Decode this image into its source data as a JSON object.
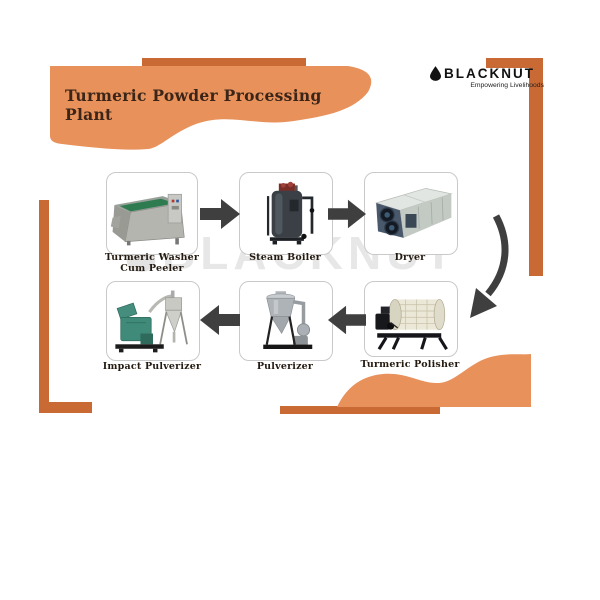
{
  "header": {
    "title": "Turmeric Powder Processing Plant"
  },
  "logo": {
    "name": "BLACKNUT",
    "tagline": "Empowering Livelihoods"
  },
  "watermark": {
    "text": "BLACKNUT"
  },
  "colors": {
    "salmon": "#E8915B",
    "orange": "#C96A35",
    "arrow": "#3F3F3F",
    "border": "#C9C9C9",
    "label": "#241A10",
    "title": "#3A2518",
    "watermark": "#E7E7E7",
    "logo": "#111111"
  },
  "flow": {
    "steps": [
      {
        "label": "Turmeric Washer Cum Peeler"
      },
      {
        "label": "Steam Boiler"
      },
      {
        "label": "Dryer"
      },
      {
        "label": "Turmeric Polisher"
      },
      {
        "label": "Pulverizer"
      },
      {
        "label": "Impact Pulverizer"
      }
    ]
  }
}
